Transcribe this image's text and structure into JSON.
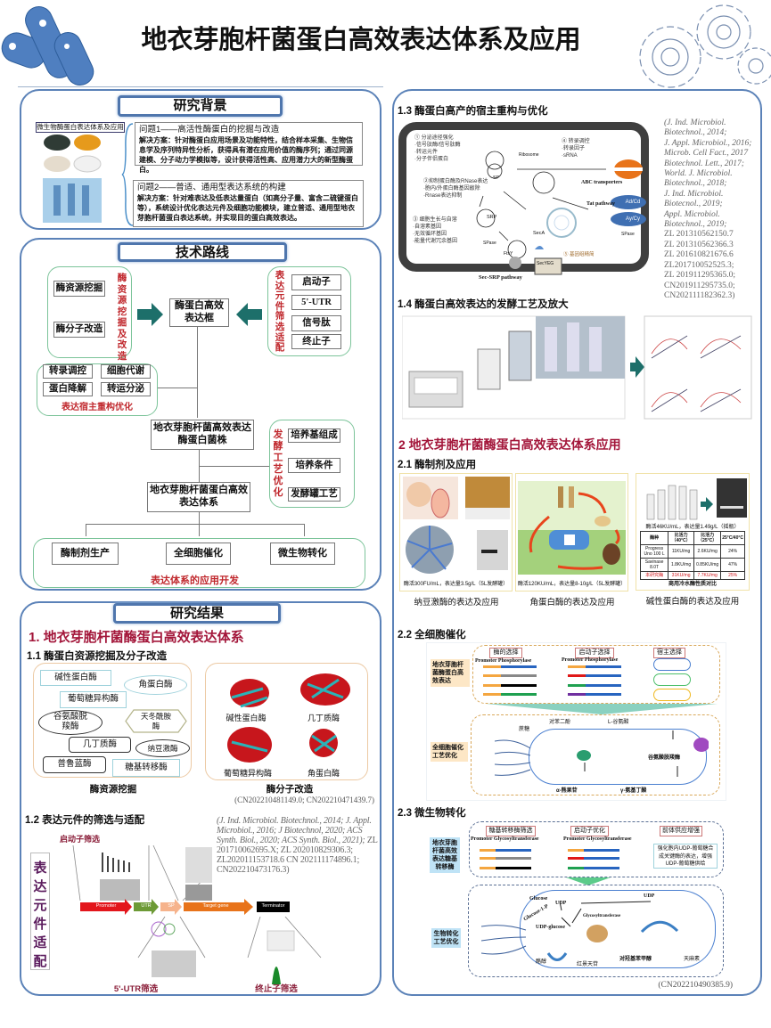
{
  "title": "地衣芽胞杆菌蛋白高效表达体系及应用",
  "background": {
    "title": "研究背景",
    "image_label": "微生物酶蛋白表达体系及应用",
    "q1_title": "问题1——高活性酶蛋白的挖掘与改造",
    "q1_text": "解决方案：针对酶蛋白应用场景及功能特性，结合样本采集、生物信息学及序列特异性分析，获得具有潜在应用价值的酶序列；通过同源建模、分子动力学模拟等，设计获得活性高、应用潜力大的新型酶蛋白。",
    "q2_title": "问题2——普适、通用型表达系统的构建",
    "q2_text": "解决方案：针对难表达及低表达量蛋白（如高分子量、富含二硫键蛋白等），系统设计优化表达元件及细胞功能模块，建立普适、通用型地衣芽胞杆菌蛋白表达系统，并实现目的蛋白高效表达。"
  },
  "route": {
    "title": "技术路线",
    "left_items": [
      "酶资源挖掘",
      "酶分子改造"
    ],
    "left_label": "酶资源挖掘及改造",
    "center": "酶蛋白高效表达框",
    "right_label": "表达元件筛选适配",
    "right_items": [
      "启动子",
      "5'-UTR",
      "信号肽",
      "终止子"
    ],
    "host_items": [
      "转录调控",
      "细胞代谢",
      "蛋白降解",
      "转运分泌"
    ],
    "host_label": "表达宿主重构优化",
    "strain": "地衣芽胞杆菌高效表达酶蛋白菌株",
    "ferm_label": "发酵工艺优化",
    "ferm_items": [
      "培养基组成",
      "培养条件",
      "发酵罐工艺"
    ],
    "system": "地衣芽胞杆菌蛋白高效表达体系",
    "apps": [
      "酶制剂生产",
      "全细胞催化",
      "微生物转化"
    ],
    "app_label": "表达体系的应用开发"
  },
  "results": {
    "title": "研究结果",
    "h1": "1. 地衣芽胞杆菌酶蛋白高效表达体系",
    "s11": "1.1 酶蛋白资源挖掘及分子改造",
    "enzymes": [
      "碱性蛋白酶",
      "角蛋白酶",
      "葡萄糖异构酶",
      "谷氨酸脱羧酶",
      "天冬酰胺酶",
      "几丁质酶",
      "纳豆激酶",
      "普鲁蓝酶",
      "糖基转移酶"
    ],
    "structures": [
      "碱性蛋白酶",
      "几丁质酶",
      "葡萄糖异构酶",
      "角蛋白酶"
    ],
    "mining_caption": "酶资源挖掘",
    "modify_caption": "酶分子改造",
    "modify_ref": "(CN202210481149.0; CN202210471439.7)",
    "s12": "1.2 表达元件的筛选与适配",
    "promoter_screen": "启动子筛选",
    "element_label": "表达元件适配",
    "element_arrows": [
      "Promoter",
      "UTR",
      "SP",
      "Target gene",
      "Terminator"
    ],
    "utr_screen": "5'-UTR筛选",
    "terminator_screen": "终止子筛选",
    "s12_ref_italic": "(J. Ind. Microbiol. Biotechnol., 2014; J. Appl. Microbiol., 2016; J Biotechnol, 2020; ACS Synth. Biol., 2020; ACS Synth. Biol., 2021);",
    "s12_ref_plain": "ZL 201710062695.X; ZL 202010829306.3; ZL202011153718.6 CN 202111174896.1; CN202210473176.3)"
  },
  "right": {
    "s13": "1.3 酶蛋白高产的宿主重构与优化",
    "cell": {
      "m1": "① 分泌途径强化",
      "m1_items": [
        "·信号肽酶/信号肽酶",
        "·转运元件",
        "·分子伴侣蛋白"
      ],
      "m2": "②抑制蛋白酶及RNase表达",
      "m2_items": [
        "·胞内/外蛋白酶基因敲除",
        "·Rnase表达抑制"
      ],
      "m3": "③ 细胞生长与自溶",
      "m3_items": [
        "·自溶素基因",
        "·无效循环基因",
        "·能量代谢冗余基因"
      ],
      "m4": "④ 转录调控",
      "m4_items": [
        "·转录因子",
        "·sRNA"
      ],
      "m5": "⑤ 基因组精简",
      "ribosome": "Ribosome",
      "sp": "SP",
      "srp": "SRP",
      "seca": "SecA",
      "secyeg": "SecYEG",
      "ftsy": "FtsY",
      "spase": "SPase",
      "spase2": "SPase",
      "abc": "ABC transporters",
      "tat": "Tat pathway",
      "adcd": "Ad/Cd",
      "aycy": "Ay/Cy",
      "sec_srp": "Sec-SRP pathway"
    },
    "s13_refs": [
      "(J. Ind. Microbiol.",
      "Biotechnol., 2014;",
      "J. Appl. Microbiol., 2016;",
      "Microb. Cell Fact., 2017",
      "Biotechnol. Lett., 2017;",
      "World. J. Microbiol.",
      "Biotechnol., 2018;",
      "J. Ind. Microbiol.",
      "Biotecnol., 2019;",
      "Appl. Microbiol.",
      "Biotechnol., 2019;"
    ],
    "s13_patents": [
      "ZL 201310562150.7",
      "ZL 201310562366.3",
      "ZL 201610821676.6",
      "ZL201710052525.3;",
      "ZL 201911295365.0;",
      "CN201911295735.0;",
      "CN202111182362.3)"
    ],
    "s14": "1.4 酶蛋白高效表达的发酵工艺及放大",
    "h2": "2 地衣芽胞杆菌酶蛋白高效表达体系应用",
    "s21": "2.1 酶制剂及应用",
    "nk_caption_inner": "酶活300FU/mL，表达量3.5g/L（5L发酵罐）",
    "ker_caption_inner": "酶活120KU/mL，表达量8-10g/L（5L发酵罐）",
    "alk_caption_inner": "酶活46KU/mL，表达量1.49g/L（摇瓶）",
    "alk_table": {
      "header": [
        "酶种",
        "比活力（40°C）",
        "比活力（25°C）",
        "25°C/40°C"
      ],
      "rows": [
        [
          "Progress Uno 100 L",
          "11KU/mg",
          "2.6KU/mg",
          "24%"
        ],
        [
          "Savinase 8.0T",
          "1.8KU/mg",
          "0.85KU/mg",
          "47%"
        ],
        [
          "本研究酶",
          "31KU/mg",
          "7.7KU/mg",
          "25%"
        ]
      ],
      "caption": "商用冷水酶性质对比"
    },
    "captions": [
      "纳豆激酶的表达及应用",
      "角蛋白酶的表达及应用",
      "碱性蛋白酶的表达及应用"
    ],
    "s22": "2.2 全细胞催化",
    "wc": {
      "tags": [
        "酶的选择",
        "启动子选择",
        "宿主选择"
      ],
      "promoter_label": "Promoter  Phosphorylase",
      "left1": "地衣芽胞杆菌酶蛋白高效表达",
      "left2": "全细胞催化工艺优化",
      "hq": "对苯二酚",
      "sucrose": "蔗糖",
      "glu": "L-谷氨酸",
      "gad": "谷氨酸脱羧酶",
      "arbutin": "α-熊果苷",
      "gaba": "γ-氨基丁酸"
    },
    "s23": "2.3 微生物转化",
    "mt": {
      "tags": [
        "糖基转移酶筛选",
        "启动子优化",
        "前体供应增强"
      ],
      "promoter_label": "Promoter  Glycosyltransferase",
      "precursor_text": "强化胞内UDP-葡萄糖合成关键酶的表达，增强UDP-葡萄糖供给",
      "left1": "地衣芽胞杆菌高效表达糖基转移酶",
      "left2": "生物转化工艺优化",
      "glucose": "Glucose",
      "g1p": "Glucose-1-P",
      "udp1": "UDP",
      "udp2": "UDP",
      "udpg": "UDP-glucose",
      "gt": "Glycosyltransferase",
      "tyrosol": "酪醇",
      "salidroside": "红景天苷",
      "hba": "对羟基苯甲醇",
      "gastrodin": "天麻素"
    },
    "s23_ref": "(CN202210490385.9)"
  },
  "colors": {
    "panel_border": "#5b82b8",
    "accent_red": "#c0282d",
    "green_group": "#7cc49a"
  }
}
